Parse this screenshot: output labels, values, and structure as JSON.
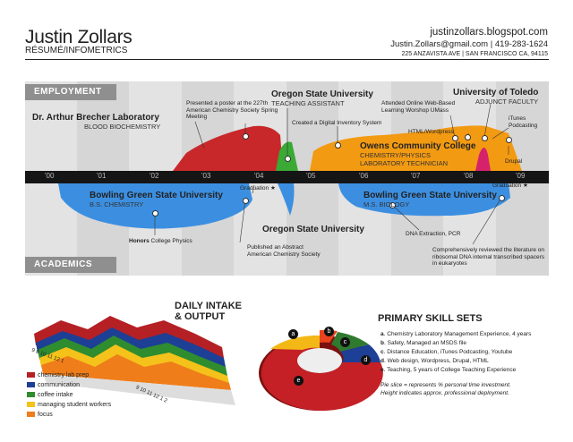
{
  "header": {
    "name": "Justin Zollars",
    "subtitle": "RÉSUMÉ/INFOMETRICS",
    "blog": "justinzollars.blogspot.com",
    "contact": "Justin.Zollars@gmail.com | 419-283-1624",
    "address": "225 ANZAVISTA AVE | SAN FRANCISCO CA, 94115"
  },
  "timeline": {
    "employment_label": "EMPLOYMENT",
    "academics_label": "ACADEMICS",
    "years": [
      "'00",
      "'01",
      "'02",
      "'03",
      "'04",
      "'05",
      "'06",
      "'07",
      "'08",
      "'09"
    ],
    "employment": [
      {
        "title": "Dr. Arthur Brecher Laboratory",
        "sub": "BLOOD BIOCHEMISTRY",
        "color": "#c8282a"
      },
      {
        "title": "Oregon State University",
        "sub": "TEACHING ASSISTANT",
        "color": "#3aa935"
      },
      {
        "title": "Owens Community College",
        "sub": "CHEMISTRY/PHYSICS LABORATORY TECHNICIAN",
        "color": "#f29a12"
      },
      {
        "title": "University of Toledo",
        "sub": "ADJUNCT FACULTY",
        "color": "#d6226b"
      }
    ],
    "emp_notes": {
      "poster": "Presented a poster at the 227th American Chemistry Society Spring Meeting",
      "inventory": "Created a Digital Inventory System",
      "webbased": "Attended Online Web-Based Learning Worshop UMass",
      "html": "HTML/Wordpress",
      "itunes": "iTunes Podcasting",
      "drupal": "Drupal"
    },
    "academics": [
      {
        "title": "Bowling Green State University",
        "sub": "B.S. CHEMISTRY"
      },
      {
        "title": "Oregon State University",
        "sub": ""
      },
      {
        "title": "Bowling Green State University",
        "sub": "M.S. BIOLOGY"
      }
    ],
    "acad_notes": {
      "honors_b": "Honors",
      "honors": " College Physics",
      "graduation1": "Graduation",
      "abstract_1": "Published an Abstract",
      "abstract_2": "American Chemistry Society",
      "dna": "DNA Extraction, PCR",
      "graduation2": "Graduation",
      "review": "Comprehensively reviewed the literature on ribosomal DNA internal transcribed spacers in eukaryotes"
    },
    "colors": {
      "academic": "#3c8fe0",
      "axis": "#151515"
    }
  },
  "daily": {
    "title_1": "DAILY INTAKE",
    "title_2": "& OUTPUT",
    "axis_left": [
      "9",
      "8",
      "10",
      "11",
      "12",
      "1"
    ],
    "axis_right": [
      "9",
      "10",
      "11",
      "12",
      "1",
      "2"
    ],
    "legend": [
      {
        "label": "chemistry lab prep",
        "color": "#b52025"
      },
      {
        "label": "communication",
        "color": "#1d3f95"
      },
      {
        "label": "coffee intake",
        "color": "#2f8c2f"
      },
      {
        "label": "managing student workers",
        "color": "#f4c21a"
      },
      {
        "label": "focus",
        "color": "#ef7d1a"
      }
    ]
  },
  "skills": {
    "title": "PRIMARY SKILL SETS",
    "items": [
      {
        "key": "a",
        "text": "Chemistry Laboratory Management Experience, 4 years"
      },
      {
        "key": "b",
        "text": "Safety, Managed an MSDS file"
      },
      {
        "key": "c",
        "text": "Distance Education, iTunes Podcasting, Youtube"
      },
      {
        "key": "d",
        "text": "Web design, Wordpress, Drupal, HTML"
      },
      {
        "key": "e",
        "text": "Teaching, 5 years of College Teaching Experience"
      }
    ],
    "note_1": "Pie slice = represents % personal time investment.",
    "note_2": "Height indicates approx. professional deployment.",
    "slice_labels": [
      "a",
      "b",
      "c",
      "d",
      "e"
    ]
  }
}
